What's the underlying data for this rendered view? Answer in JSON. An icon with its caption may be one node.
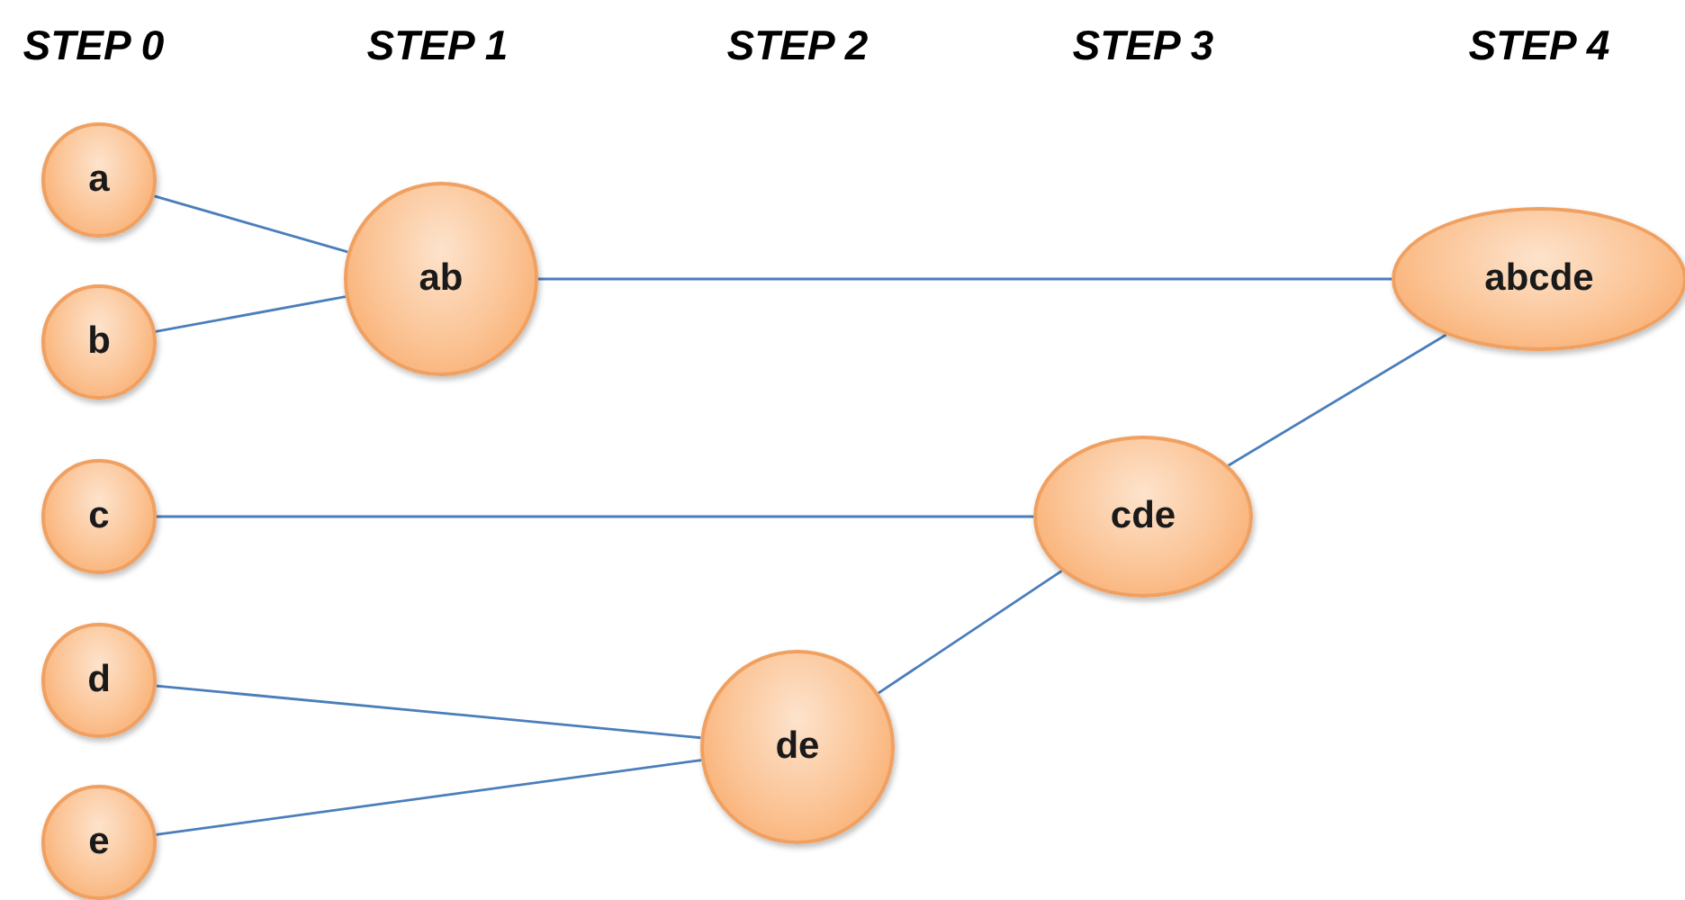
{
  "diagram": {
    "nodes": [
      {
        "text": [
          "a"
        ]
      },
      {
        "text": [
          "b"
        ]
      },
      {
        "text": [
          "c"
        ]
      },
      {
        "text": [
          "d"
        ]
      },
      {
        "text": [
          "e"
        ]
      },
      {
        "text": [
          "ab"
        ]
      },
      {
        "text": [
          "abcde"
        ]
      },
      {
        "text": [
          "cde"
        ]
      },
      {
        "text": [
          "de"
        ]
      }
    ],
    "edges": [
      {
        "from": 0,
        "to": 5,
        "arrow": "none"
      },
      {
        "from": 1,
        "to": 5,
        "arrow": "none"
      },
      {
        "from": 5,
        "to": 6,
        "arrow": "none"
      },
      {
        "from": 2,
        "to": 7,
        "arrow": "none"
      },
      {
        "from": 7,
        "to": 6,
        "arrow": "none"
      },
      {
        "from": 3,
        "to": 8,
        "arrow": "none"
      },
      {
        "from": 4,
        "to": 8,
        "arrow": "none"
      },
      {
        "from": 8,
        "to": 7,
        "arrow": "none"
      }
    ],
    "labels": [
      "STEP 0",
      "STEP 1",
      "STEP 2",
      "STEP 3",
      "STEP 4"
    ]
  }
}
